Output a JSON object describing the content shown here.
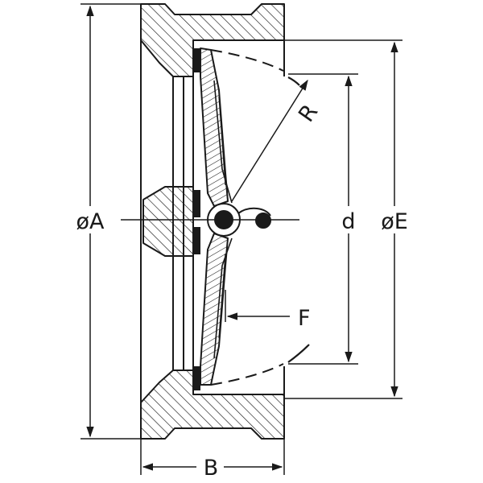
{
  "labels": {
    "outer_diameter": "øA",
    "face_width": "B",
    "bore": "d",
    "flange_diameter": "øE",
    "disc_offset": "F",
    "disc_radius": "R"
  },
  "colors": {
    "ink": "#1a1a1a",
    "background": "#ffffff"
  }
}
